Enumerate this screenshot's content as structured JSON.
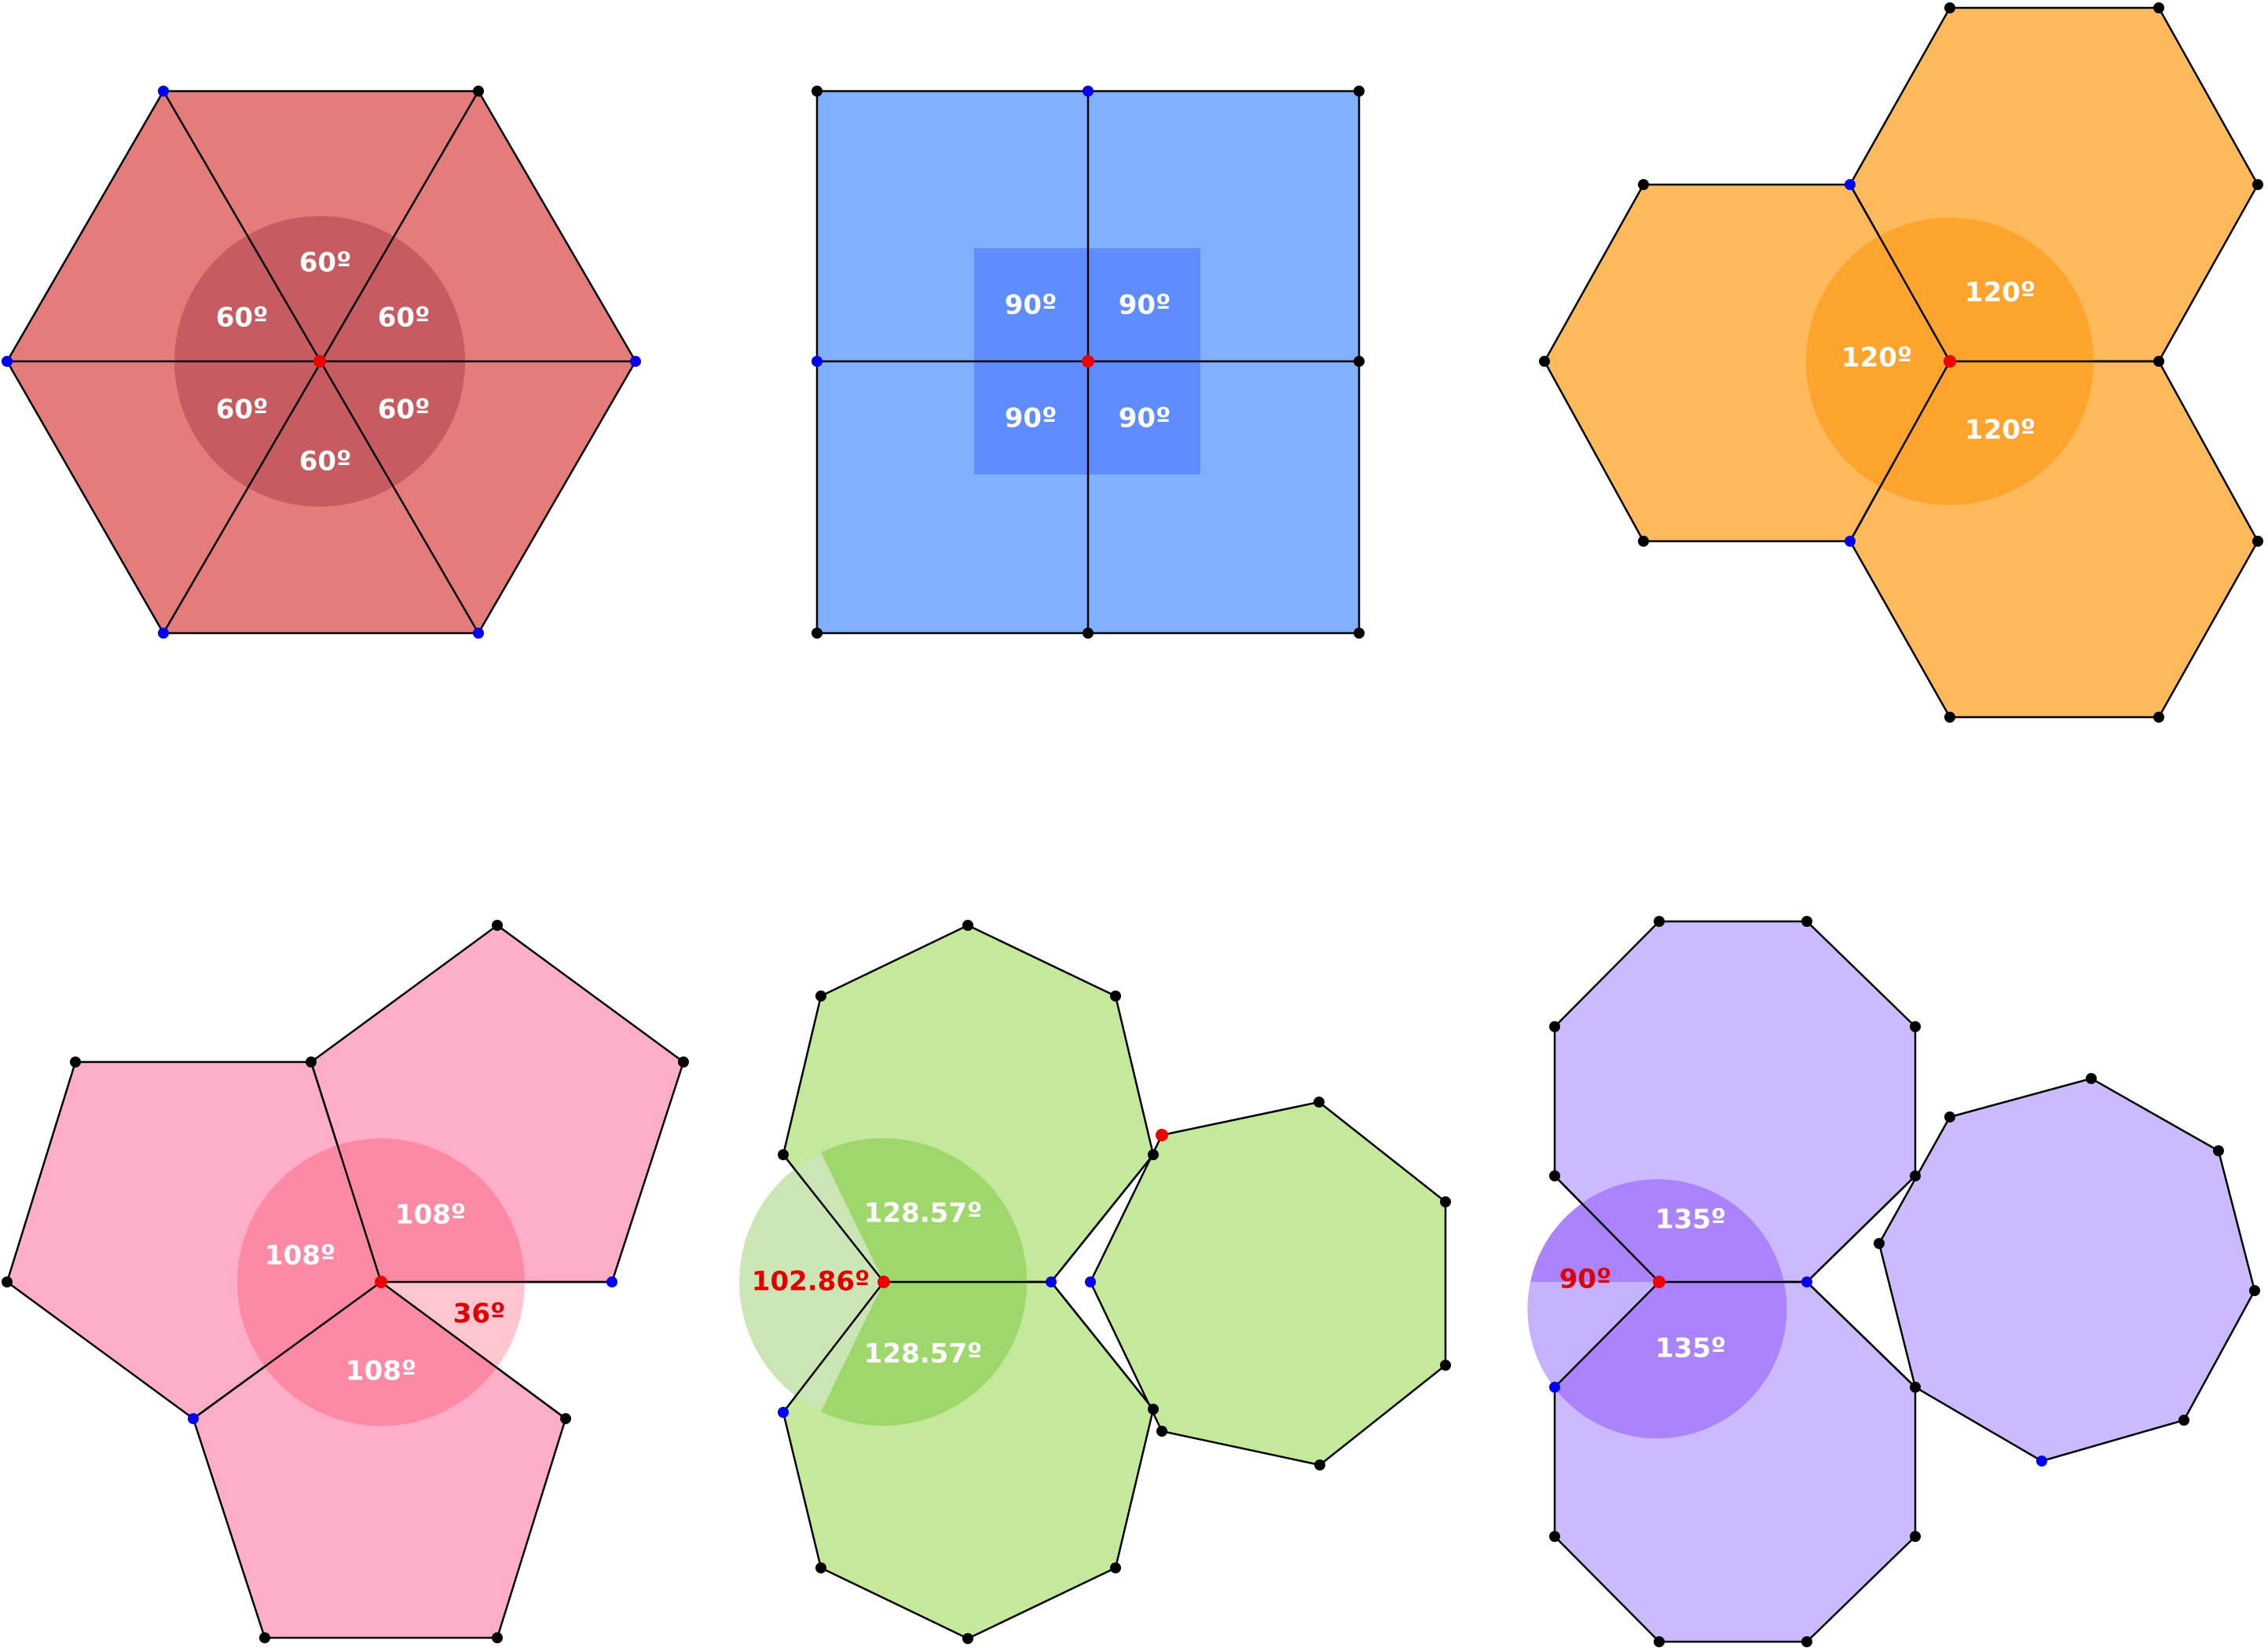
{
  "colors": {
    "edge": "#000000",
    "dot_black": "#000000",
    "dot_blue": "#0000ee",
    "dot_red": "#ee0000",
    "label_white": "#ffffff",
    "label_red": "#e00000"
  },
  "tilings": [
    {
      "id": "triangles",
      "polygon": "triangle",
      "fill": "#e57c7c",
      "highlight": "#c65c62",
      "labels": [
        "60º",
        "60º",
        "60º",
        "60º",
        "60º",
        "60º"
      ]
    },
    {
      "id": "squares",
      "polygon": "square",
      "fill": "#80b0ff",
      "highlight": "#5f8cff",
      "labels": [
        "90º",
        "90º",
        "90º",
        "90º"
      ]
    },
    {
      "id": "hexagons",
      "polygon": "hexagon",
      "fill": "#fdb95a",
      "highlight": "#fda42f",
      "labels": [
        "120º",
        "120º",
        "120º"
      ]
    },
    {
      "id": "pentagons",
      "polygon": "pentagon",
      "fill": "#feaec8",
      "highlight": "#fd8aa5",
      "gap_highlight": "#ffc6d0",
      "labels": [
        "108º",
        "108º",
        "108º"
      ],
      "gap_label": "36º"
    },
    {
      "id": "heptagons",
      "polygon": "heptagon",
      "fill": "#c4e99a",
      "highlight": "#9ed76c",
      "gap_highlight": "#cbe5b4",
      "labels": [
        "128.57º",
        "128.57º"
      ],
      "gap_label": "102.86º"
    },
    {
      "id": "octagons",
      "polygon": "octagon",
      "fill": "#cbbafd",
      "highlight": "#ab84fd",
      "gap_highlight": "#c4b2fd",
      "labels": [
        "135º",
        "135º"
      ],
      "gap_label": "90º"
    }
  ]
}
